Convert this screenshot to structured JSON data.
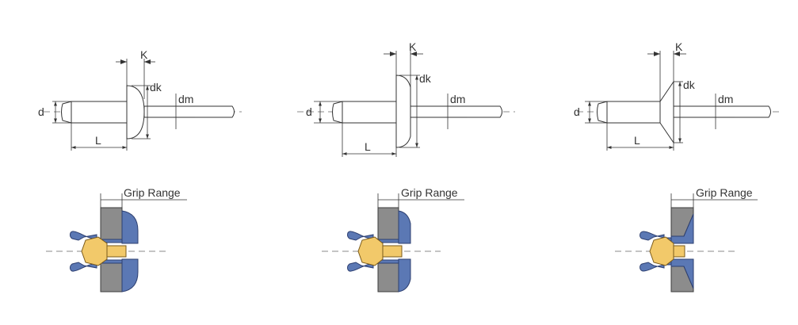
{
  "labels": {
    "dim_K": "K",
    "dim_dk": "dk",
    "dim_dm": "dm",
    "dim_d": "d",
    "dim_L": "L",
    "grip_range": "Grip Range"
  },
  "variants": [
    "dome-head",
    "large-flange-head",
    "countersunk-head"
  ],
  "colors": {
    "line": "#333333",
    "plate": "#8c8c8c",
    "plate_edge": "#3d3d3d",
    "rivet_body": "#5b78b4",
    "rivet_edge": "#2d3f70",
    "mandrel_head": "#f2c96a",
    "mandrel_edge": "#7a5a1a"
  }
}
